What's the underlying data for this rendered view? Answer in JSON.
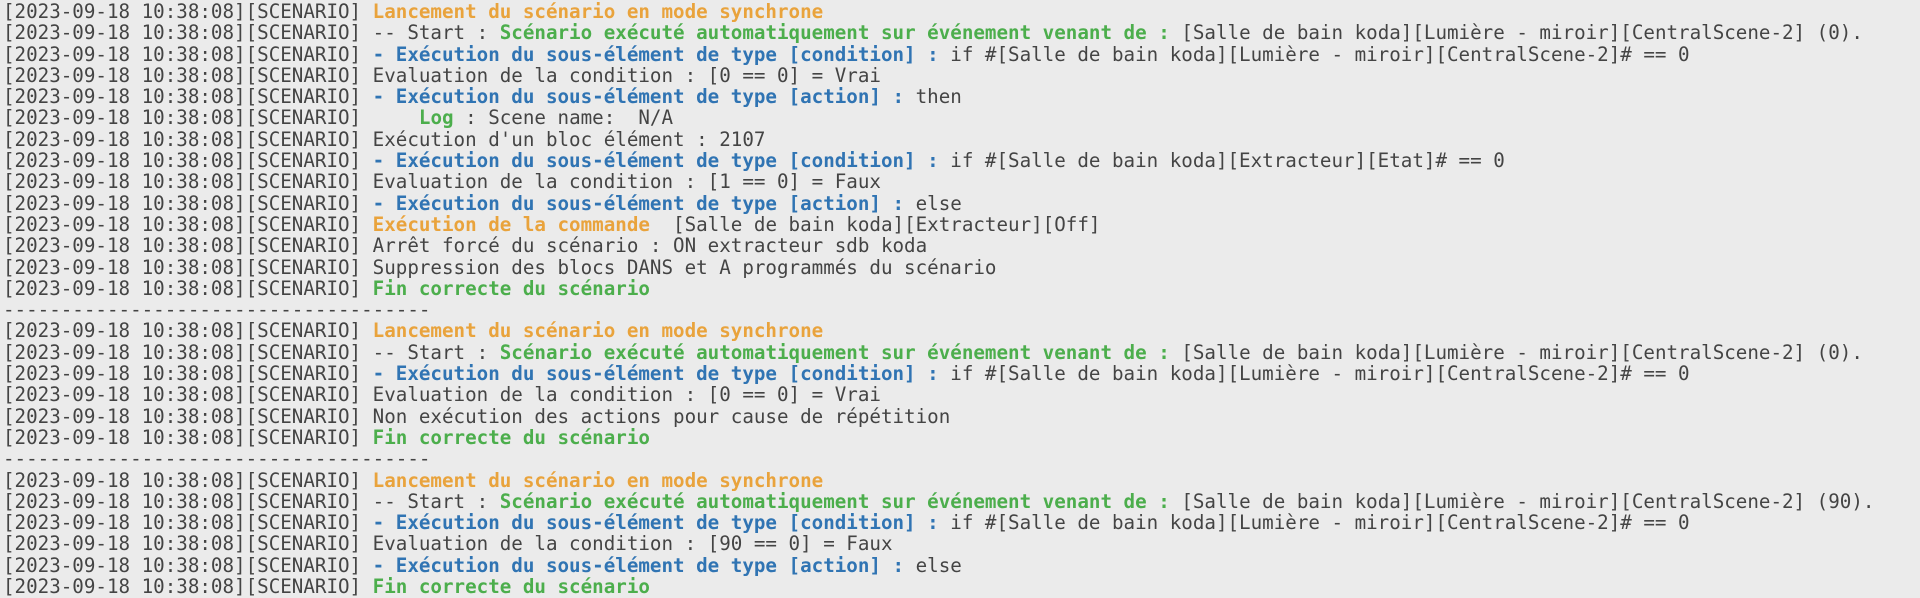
{
  "colors": {
    "background": "#ebebeb",
    "default_text": "#444444",
    "orange": "#e9a33c",
    "green": "#4cae4c",
    "blue": "#3074b3"
  },
  "log": {
    "prefix": "[2023-09-18 10:38:08][SCENARIO]",
    "separator": "-------------------------------------",
    "lines": [
      {
        "segments": [
          {
            "color": "orange",
            "text": "Lancement du scénario en mode synchrone"
          }
        ]
      },
      {
        "segments": [
          {
            "color": "default",
            "text": "-- Start : "
          },
          {
            "color": "green",
            "text": "Scénario exécuté automatiquement sur événement venant de : "
          },
          {
            "color": "default",
            "text": "[Salle de bain koda][Lumière - miroir][CentralScene-2] (0)."
          }
        ]
      },
      {
        "segments": [
          {
            "color": "blue",
            "text": "- Exécution du sous-élément de type [condition] : "
          },
          {
            "color": "default",
            "text": "if #[Salle de bain koda][Lumière - miroir][CentralScene-2]# == 0"
          }
        ]
      },
      {
        "segments": [
          {
            "color": "default",
            "text": "Evaluation de la condition : [0 == 0] = Vrai"
          }
        ]
      },
      {
        "segments": [
          {
            "color": "blue",
            "text": "- Exécution du sous-élément de type [action] : "
          },
          {
            "color": "default",
            "text": "then"
          }
        ]
      },
      {
        "segments": [
          {
            "color": "default",
            "text": "    "
          },
          {
            "color": "green",
            "text": "Log"
          },
          {
            "color": "default",
            "text": " : Scene name:  N/A"
          }
        ]
      },
      {
        "segments": [
          {
            "color": "default",
            "text": "Exécution d'un bloc élément : 2107"
          }
        ]
      },
      {
        "segments": [
          {
            "color": "blue",
            "text": "- Exécution du sous-élément de type [condition] : "
          },
          {
            "color": "default",
            "text": "if #[Salle de bain koda][Extracteur][Etat]# == 0"
          }
        ]
      },
      {
        "segments": [
          {
            "color": "default",
            "text": "Evaluation de la condition : [1 == 0] = Faux"
          }
        ]
      },
      {
        "segments": [
          {
            "color": "blue",
            "text": "- Exécution du sous-élément de type [action] : "
          },
          {
            "color": "default",
            "text": "else"
          }
        ]
      },
      {
        "segments": [
          {
            "color": "orange",
            "text": "Exécution de la commande"
          },
          {
            "color": "default",
            "text": "  [Salle de bain koda][Extracteur][Off]"
          }
        ]
      },
      {
        "segments": [
          {
            "color": "default",
            "text": "Arrêt forcé du scénario : ON extracteur sdb koda"
          }
        ]
      },
      {
        "segments": [
          {
            "color": "default",
            "text": "Suppression des blocs DANS et A programmés du scénario"
          }
        ]
      },
      {
        "segments": [
          {
            "color": "green",
            "text": "Fin correcte du scénario"
          }
        ]
      },
      {
        "separator": true
      },
      {
        "segments": [
          {
            "color": "orange",
            "text": "Lancement du scénario en mode synchrone"
          }
        ]
      },
      {
        "segments": [
          {
            "color": "default",
            "text": "-- Start : "
          },
          {
            "color": "green",
            "text": "Scénario exécuté automatiquement sur événement venant de : "
          },
          {
            "color": "default",
            "text": "[Salle de bain koda][Lumière - miroir][CentralScene-2] (0)."
          }
        ]
      },
      {
        "segments": [
          {
            "color": "blue",
            "text": "- Exécution du sous-élément de type [condition] : "
          },
          {
            "color": "default",
            "text": "if #[Salle de bain koda][Lumière - miroir][CentralScene-2]# == 0"
          }
        ]
      },
      {
        "segments": [
          {
            "color": "default",
            "text": "Evaluation de la condition : [0 == 0] = Vrai"
          }
        ]
      },
      {
        "segments": [
          {
            "color": "default",
            "text": "Non exécution des actions pour cause de répétition"
          }
        ]
      },
      {
        "segments": [
          {
            "color": "green",
            "text": "Fin correcte du scénario"
          }
        ]
      },
      {
        "separator": true
      },
      {
        "segments": [
          {
            "color": "orange",
            "text": "Lancement du scénario en mode synchrone"
          }
        ]
      },
      {
        "segments": [
          {
            "color": "default",
            "text": "-- Start : "
          },
          {
            "color": "green",
            "text": "Scénario exécuté automatiquement sur événement venant de : "
          },
          {
            "color": "default",
            "text": "[Salle de bain koda][Lumière - miroir][CentralScene-2] (90)."
          }
        ]
      },
      {
        "segments": [
          {
            "color": "blue",
            "text": "- Exécution du sous-élément de type [condition] : "
          },
          {
            "color": "default",
            "text": "if #[Salle de bain koda][Lumière - miroir][CentralScene-2]# == 0"
          }
        ]
      },
      {
        "segments": [
          {
            "color": "default",
            "text": "Evaluation de la condition : [90 == 0] = Faux"
          }
        ]
      },
      {
        "segments": [
          {
            "color": "blue",
            "text": "- Exécution du sous-élément de type [action] : "
          },
          {
            "color": "default",
            "text": "else"
          }
        ]
      },
      {
        "segments": [
          {
            "color": "green",
            "text": "Fin correcte du scénario"
          }
        ]
      }
    ]
  }
}
